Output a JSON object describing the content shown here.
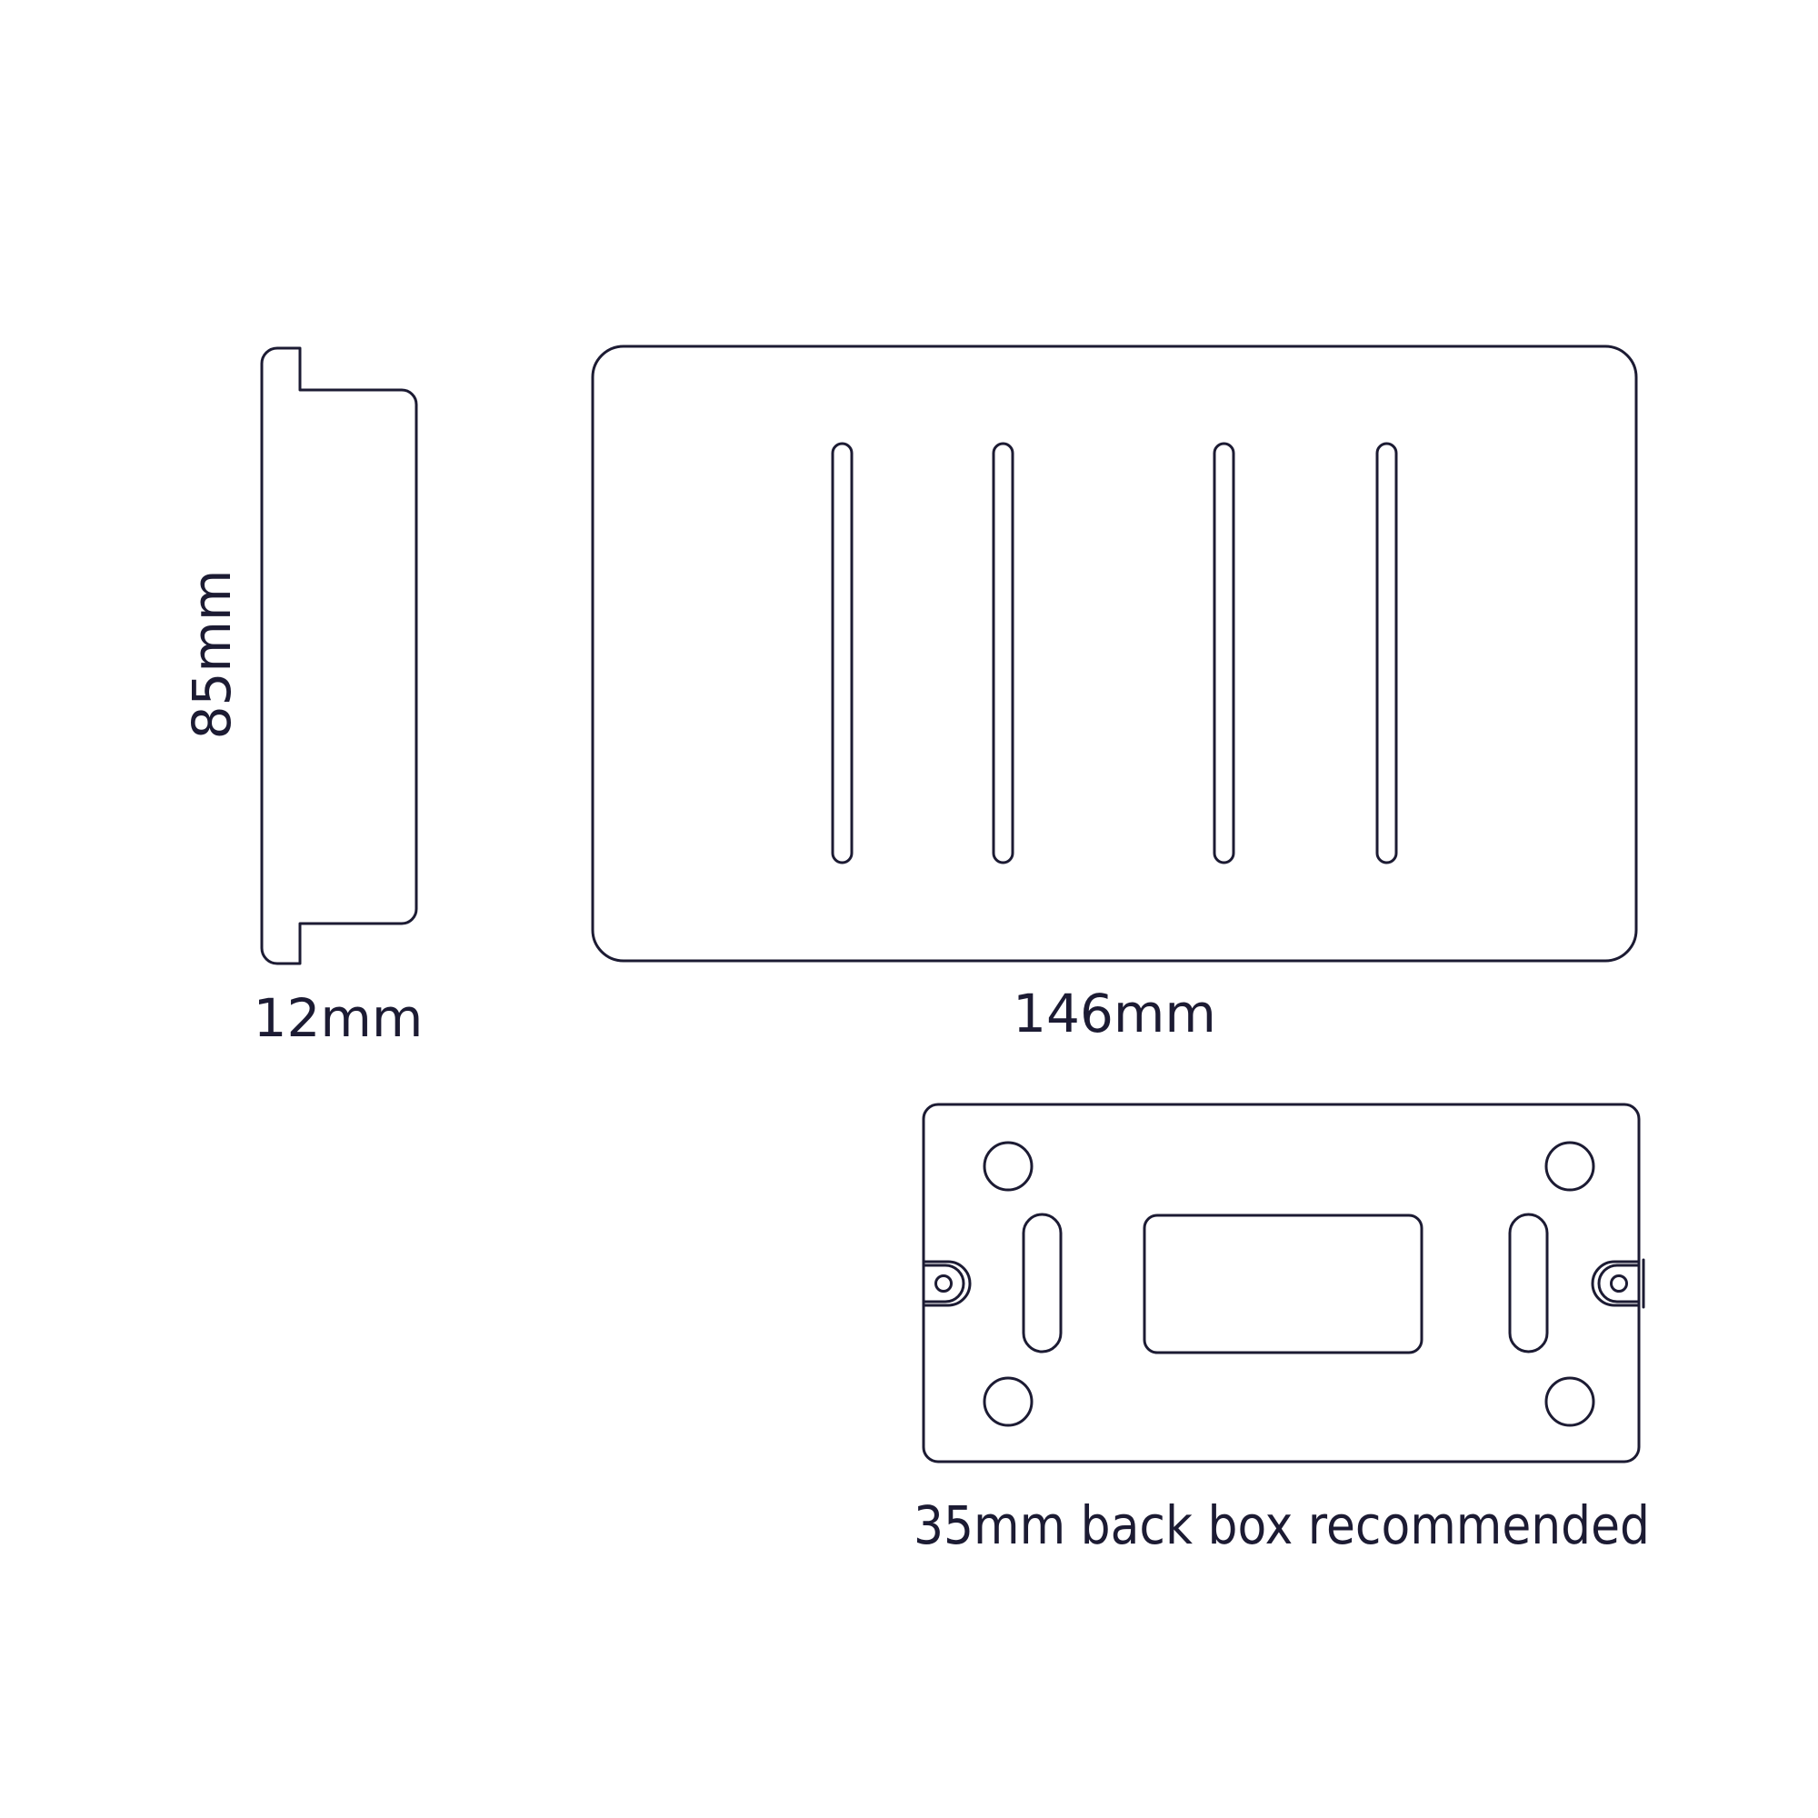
{
  "colors": {
    "line": "#1c1b33",
    "background": "#ffffff"
  },
  "side_view": {
    "height_label": "85mm",
    "depth_label": "12mm"
  },
  "front_view": {
    "width_label": "146mm",
    "slot_count": 4
  },
  "back_box": {
    "caption": "35mm back box recommended"
  }
}
